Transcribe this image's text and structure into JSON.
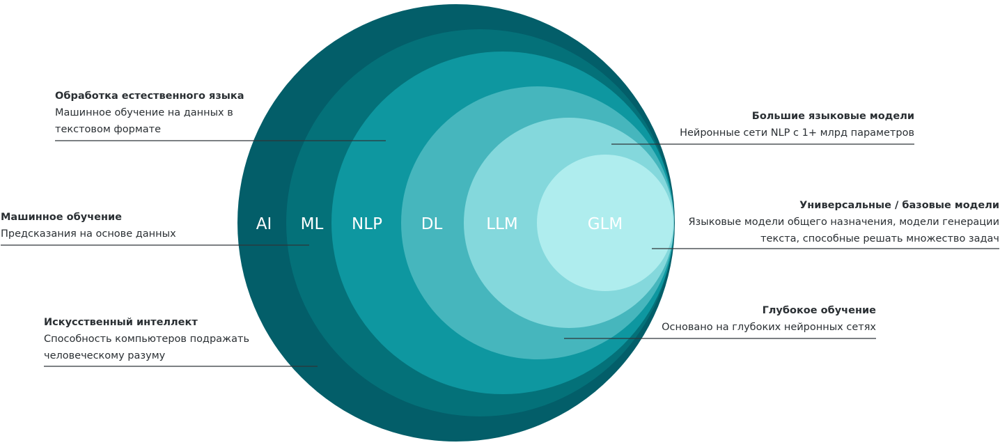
{
  "diagram": {
    "layers": [
      {
        "label": "AI",
        "color": "#035E69"
      },
      {
        "label": "ML",
        "color": "#047179"
      },
      {
        "label": "NLP",
        "color": "#0E97A0"
      },
      {
        "label": "DL",
        "color": "#46B6BD"
      },
      {
        "label": "LLM",
        "color": "#84D8DC"
      },
      {
        "label": "GLM",
        "color": "#AFEDEE"
      }
    ],
    "annotations": {
      "nlp": {
        "title": "Обработка естественного языка",
        "desc": "Машинное обучение на данных в текстовом формате"
      },
      "ml": {
        "title": "Машинное обучение",
        "desc": "Предсказания на основе данных"
      },
      "ai": {
        "title": "Искусственный интеллект",
        "desc": "Способность компьютеров подражать человеческому разуму"
      },
      "llm": {
        "title": "Большие языковые модели",
        "desc": "Нейронные сети NLP с 1+ млрд параметров"
      },
      "glm": {
        "title": "Универсальные / базовые модели",
        "desc": "Языковые модели общего назначения, модели генерации текста, способные решать множество задач"
      },
      "dl": {
        "title": "Глубокое обучение",
        "desc": "Основано на глубоких нейронных сетях"
      }
    }
  }
}
